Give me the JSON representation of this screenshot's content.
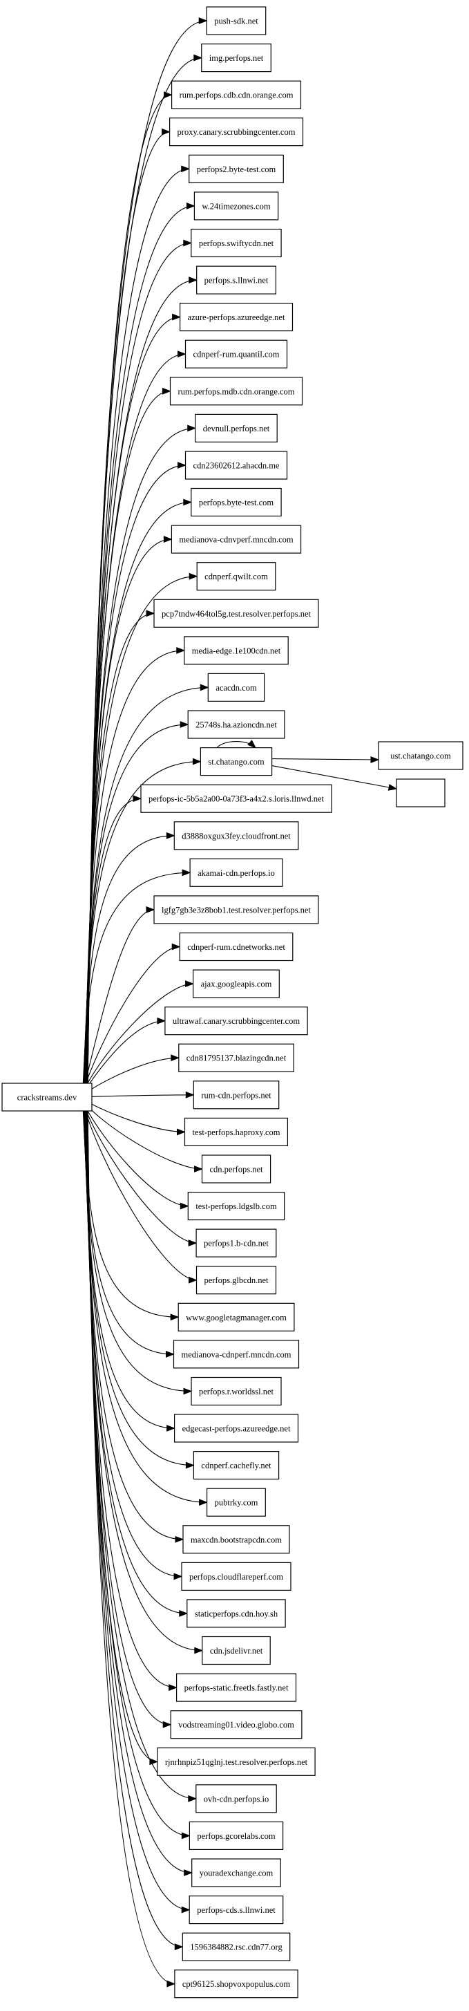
{
  "graph": {
    "root": "crackstreams.dev",
    "nodes": [
      "push-sdk.net",
      "img.perfops.net",
      "rum.perfops.cdb.cdn.orange.com",
      "proxy.canary.scrubbingcenter.com",
      "perfops2.byte-test.com",
      "w.24timezones.com",
      "perfops.swiftycdn.net",
      "perfops.s.llnwi.net",
      "azure-perfops.azureedge.net",
      "cdnperf-rum.quantil.com",
      "rum.perfops.mdb.cdn.orange.com",
      "devnull.perfops.net",
      "cdn23602612.ahacdn.me",
      "perfops.byte-test.com",
      "medianova-cdnvperf.mncdn.com",
      "cdnperf.qwilt.com",
      "pcp7tndw464tol5g.test.resolver.perfops.net",
      "media-edge.1e100cdn.net",
      "acacdn.com",
      "25748s.ha.azioncdn.net",
      "st.chatango.com",
      "perfops-ic-5b5a2a00-0a73f3-a4x2.s.loris.llnwd.net",
      "d3888oxgux3fey.cloudfront.net",
      "akamai-cdn.perfops.io",
      "lgfg7gb3e3z8bob1.test.resolver.perfops.net",
      "cdnperf-rum.cdnetworks.net",
      "ajax.googleapis.com",
      "ultrawaf.canary.scrubbingcenter.com",
      "cdn81795137.blazingcdn.net",
      "rum-cdn.perfops.net",
      "test-perfops.haproxy.com",
      "cdn.perfops.net",
      "test-perfops.ldgslb.com",
      "perfops1.b-cdn.net",
      "perfops.glbcdn.net",
      "www.googletagmanager.com",
      "medianova-cdnperf.mncdn.com",
      "perfops.r.worldssl.net",
      "edgecast-perfops.azureedge.net",
      "cdnperf.cachefly.net",
      "pubtrky.com",
      "maxcdn.bootstrapcdn.com",
      "perfops.cloudflareperf.com",
      "staticperfops.cdn.hoy.sh",
      "cdn.jsdelivr.net",
      "perfops-static.freetls.fastly.net",
      "vodstreaming01.video.globo.com",
      "rjnrhnpiz51qglnj.test.resolver.perfops.net",
      "ovh-cdn.perfops.io",
      "perfops.gcorelabs.com",
      "youradexchange.com",
      "perfops-cds.s.llnwi.net",
      "1596384882.rsc.cdn77.org",
      "cpt96125.shopvoxpopulus.com"
    ],
    "secondary_source": "st.chatango.com",
    "secondary_nodes": [
      "ust.chatango.com",
      ""
    ]
  }
}
